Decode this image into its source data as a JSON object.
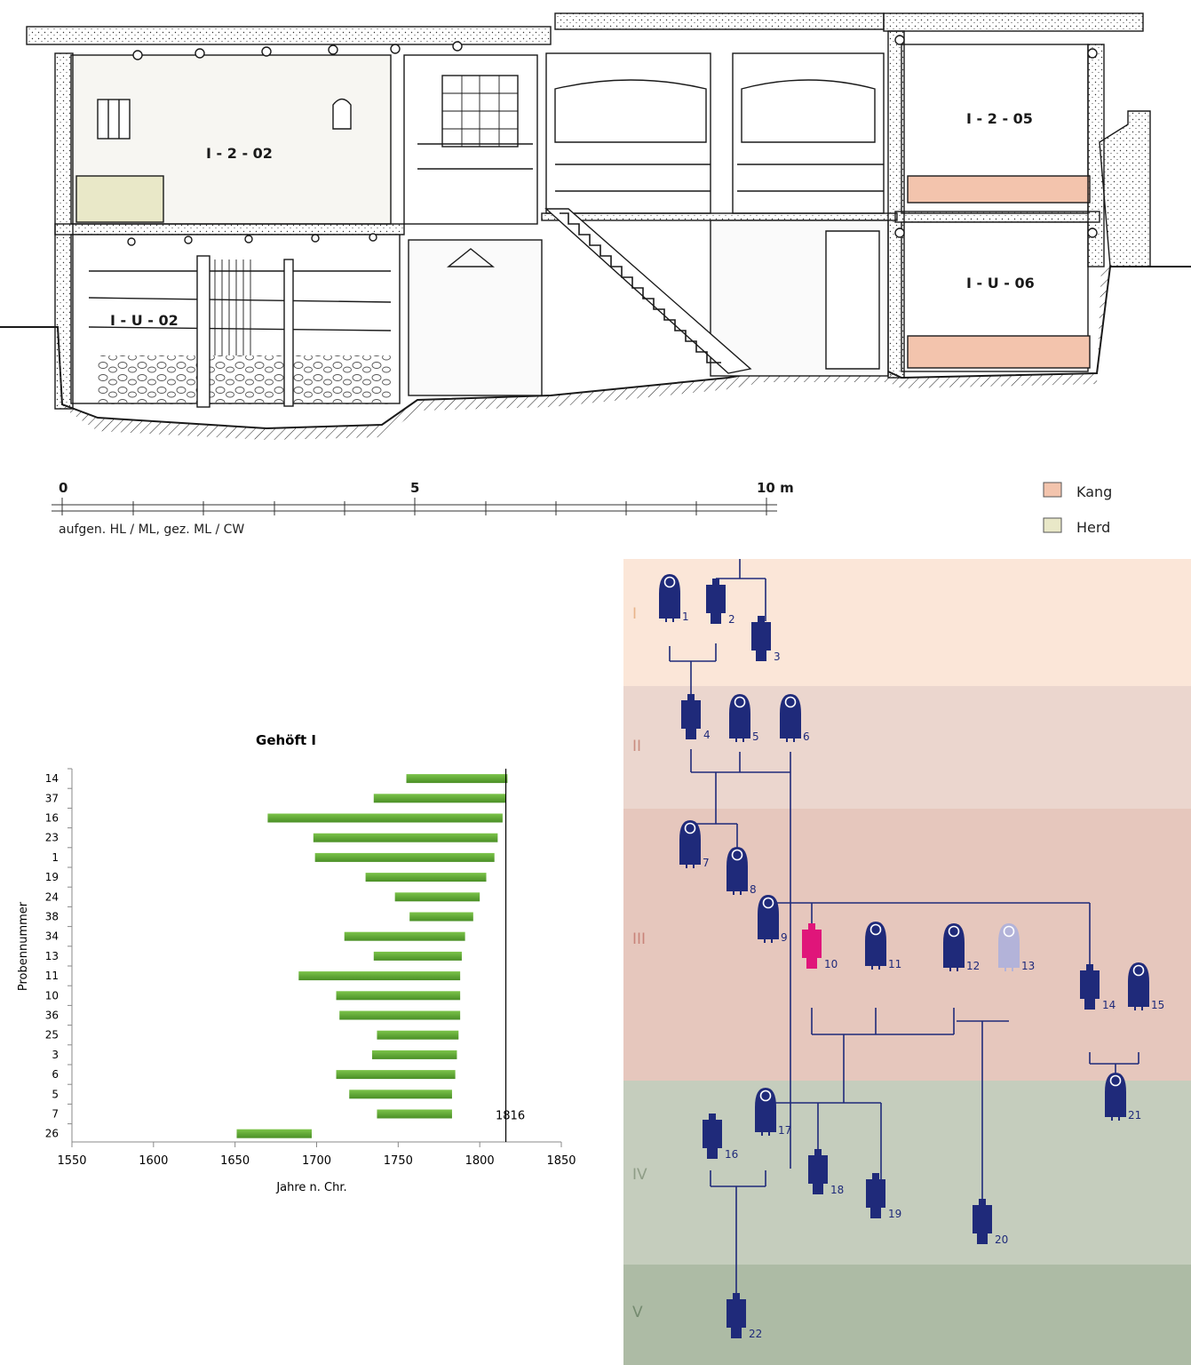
{
  "section": {
    "rooms": [
      {
        "id": "r1",
        "label": "I - 2 - 02"
      },
      {
        "id": "r2",
        "label": "I - U - 02"
      },
      {
        "id": "r3",
        "label": "I - 2 - 05"
      },
      {
        "id": "r4",
        "label": "I - U - 06"
      }
    ],
    "colors": {
      "kang": "#f3c4ad",
      "herd": "#e9e8c8",
      "wall": "#f7f6f2",
      "line": "#1a1a1a"
    }
  },
  "scale": {
    "tick_labels": [
      "0",
      "5",
      "10 m"
    ],
    "credit": "aufgen. HL / ML, gez. ML / CW"
  },
  "legend": [
    {
      "label": "Kang",
      "color": "#f3c4ad"
    },
    {
      "label": "Herd",
      "color": "#e9e8c8"
    }
  ],
  "chart_data": {
    "type": "bar",
    "subtype": "floating-horizontal",
    "title": "Gehöft I",
    "xlabel": "Jahre n. Chr.",
    "ylabel": "Probennummer",
    "xlim": [
      1550,
      1850
    ],
    "xticks": [
      1550,
      1600,
      1650,
      1700,
      1750,
      1800,
      1850
    ],
    "bar_color": "#5aa832",
    "reference_line": {
      "x": 1816,
      "label": "1816"
    },
    "categories": [
      "14",
      "37",
      "16",
      "23",
      "1",
      "19",
      "24",
      "38",
      "34",
      "13",
      "11",
      "10",
      "36",
      "25",
      "3",
      "6",
      "5",
      "7",
      "26"
    ],
    "start": [
      1755,
      1735,
      1670,
      1698,
      1699,
      1730,
      1748,
      1757,
      1717,
      1735,
      1689,
      1712,
      1714,
      1737,
      1734,
      1712,
      1720,
      1737,
      1651
    ],
    "end": [
      1817,
      1816,
      1814,
      1811,
      1809,
      1804,
      1800,
      1796,
      1791,
      1789,
      1788,
      1788,
      1788,
      1787,
      1786,
      1785,
      1783,
      1783,
      1697
    ]
  },
  "genealogy": {
    "colors": {
      "male": "#1f2a7a",
      "female": "#1f2a7a",
      "highlight": "#e0157a",
      "faded": "#b3b3d9",
      "line": "#1f2a7a"
    },
    "generations": [
      {
        "label": "I",
        "color": "#fbe6d8",
        "label_color": "#e8b48a"
      },
      {
        "label": "II",
        "color": "#ebd6ce",
        "label_color": "#c98d80"
      },
      {
        "label": "III",
        "color": "#e6c7bd",
        "label_color": "#c9847a"
      },
      {
        "label": "IV",
        "color": "#c5cdbd",
        "label_color": "#8f9d87"
      },
      {
        "label": "V",
        "color": "#adbba5",
        "label_color": "#748a6f"
      }
    ],
    "persons": [
      {
        "n": "1",
        "sex": "f",
        "state": "normal"
      },
      {
        "n": "2",
        "sex": "m",
        "state": "normal"
      },
      {
        "n": "3",
        "sex": "m",
        "state": "normal"
      },
      {
        "n": "4",
        "sex": "m",
        "state": "normal"
      },
      {
        "n": "5",
        "sex": "f",
        "state": "normal"
      },
      {
        "n": "6",
        "sex": "f",
        "state": "normal"
      },
      {
        "n": "7",
        "sex": "f",
        "state": "normal"
      },
      {
        "n": "8",
        "sex": "f",
        "state": "normal"
      },
      {
        "n": "9",
        "sex": "f",
        "state": "normal"
      },
      {
        "n": "10",
        "sex": "m",
        "state": "highlight"
      },
      {
        "n": "11",
        "sex": "f",
        "state": "normal"
      },
      {
        "n": "12",
        "sex": "f",
        "state": "normal"
      },
      {
        "n": "13",
        "sex": "f",
        "state": "faded"
      },
      {
        "n": "14",
        "sex": "m",
        "state": "normal"
      },
      {
        "n": "15",
        "sex": "f",
        "state": "normal"
      },
      {
        "n": "16",
        "sex": "m",
        "state": "normal"
      },
      {
        "n": "17",
        "sex": "f",
        "state": "normal"
      },
      {
        "n": "18",
        "sex": "m",
        "state": "normal"
      },
      {
        "n": "19",
        "sex": "m",
        "state": "normal"
      },
      {
        "n": "20",
        "sex": "m",
        "state": "normal"
      },
      {
        "n": "21",
        "sex": "f",
        "state": "normal"
      },
      {
        "n": "22",
        "sex": "m",
        "state": "normal"
      }
    ]
  }
}
